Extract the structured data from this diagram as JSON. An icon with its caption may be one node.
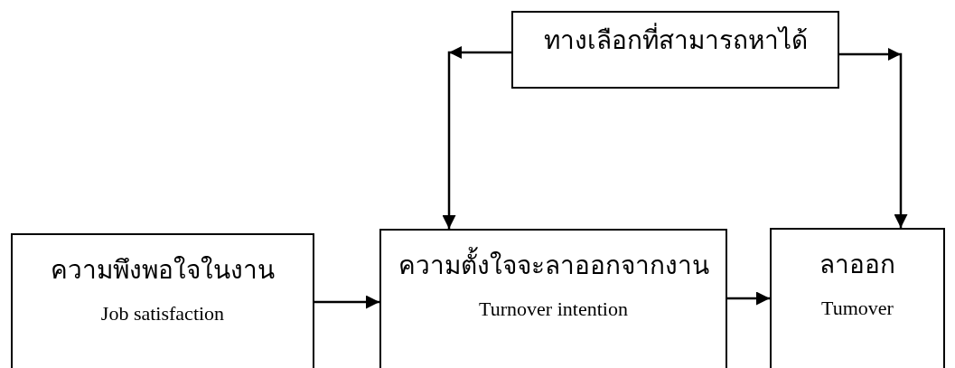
{
  "diagram": {
    "nodes": [
      {
        "text": [
          "ทางเลือกที่สามารถหาได้"
        ]
      },
      {
        "text": [
          "ความพึงพอใจในงาน",
          "Job satisfaction"
        ]
      },
      {
        "text": [
          "ความตั้งใจจะลาออกจากงาน",
          "Turnover intention"
        ]
      },
      {
        "text": [
          "ลาออก",
          "Tumover"
        ]
      }
    ],
    "edges": [
      {
        "from": 0,
        "to": 2,
        "arrow": "to"
      },
      {
        "from": 0,
        "to": 3,
        "arrow": "to"
      },
      {
        "from": 1,
        "to": 2,
        "arrow": "to"
      },
      {
        "from": 2,
        "to": 3,
        "arrow": "to"
      }
    ]
  }
}
